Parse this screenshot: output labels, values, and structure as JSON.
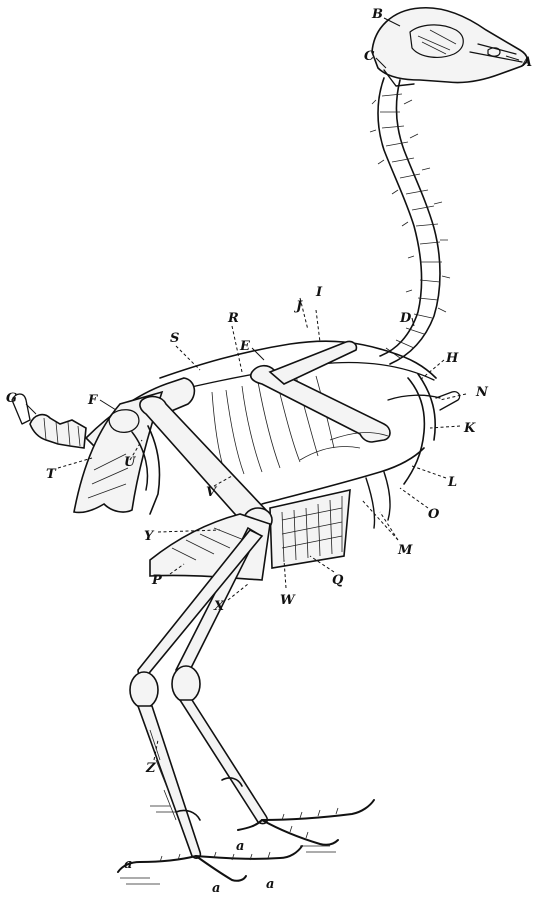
{
  "labels": {
    "A": "A",
    "B": "B",
    "C": "C",
    "D": "D",
    "E": "E",
    "F": "F",
    "G": "G",
    "H": "H",
    "I": "I",
    "J": "J",
    "K": "K",
    "L": "L",
    "M": "M",
    "N": "N",
    "O": "O",
    "P": "P",
    "Q": "Q",
    "R": "R",
    "S": "S",
    "T": "T",
    "U": "U",
    "V": "V",
    "W": "W",
    "X": "X",
    "Y": "Y",
    "Z": "Z",
    "a1": "a",
    "a2": "a",
    "a3": "a",
    "a4": "a"
  }
}
